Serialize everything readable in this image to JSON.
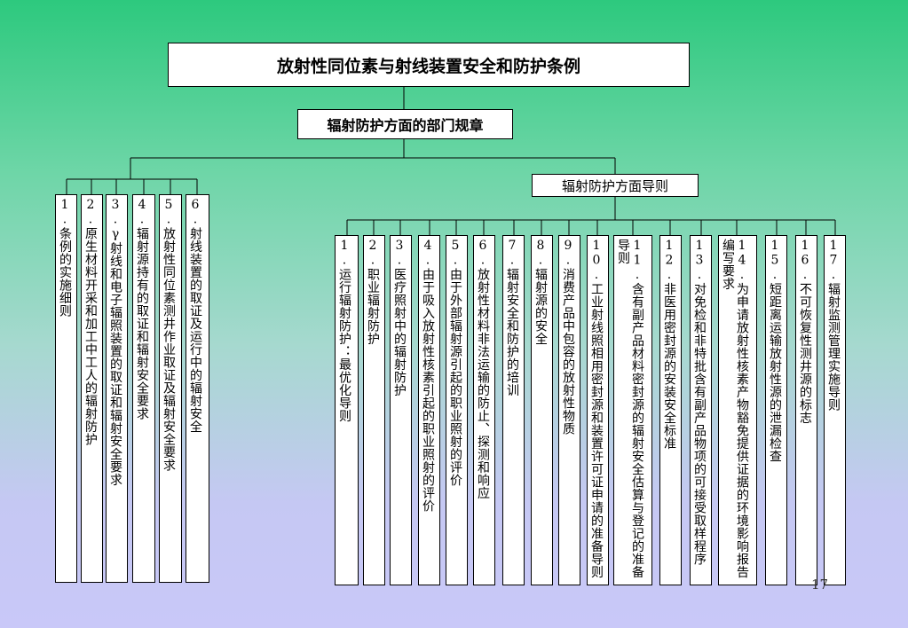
{
  "title": "放射性同位素与射线装置安全和防护条例",
  "regulations": "辐射防护方面的部门规章",
  "guides_header": "辐射防护方面导则",
  "left_items": [
    "1.条例的实施细则",
    "2.原生材料开采和加工中工人的辐射防护",
    "3.γ射线和电子辐照装置的取证和辐射安全要求",
    "4.辐射源持有的取证和辐射安全要求",
    "5.放射性同位素测井作业取证及辐射安全要求",
    "6.射线装置的取证及运行中的辐射安全"
  ],
  "guide_items": [
    "1.运行辐射防护：最优化导则",
    "2.职业辐射防护",
    "3.医疗照射中的辐射防护",
    "4.由于吸入放射性核素引起的职业照射的评价",
    "5.由于外部辐射源引起的职业照射的评价",
    "6.放射性材料非法运输的防止、探测和响应",
    "7.辐射安全和防护的培训",
    "8.辐射源的安全",
    "9.消费产品中包容的放射性物质",
    "10.工业射线照相用密封源和装置许可证申请的准备导则",
    "11.含有副产品材料密封源的辐射安全估算与登记的准备导则",
    "12.非医用密封源的安装安全标准",
    "13.对免检和非特批含有副产品物项的可接受取样程序",
    "14.为申请放射性核素产物豁免提供证据的环境影响报告编写要求",
    "15.短距离运输放射性源的泄漏检查",
    "16.不可恢复性测井源的标志",
    "17.辐射监测管理实施导则"
  ],
  "page_number": "17"
}
